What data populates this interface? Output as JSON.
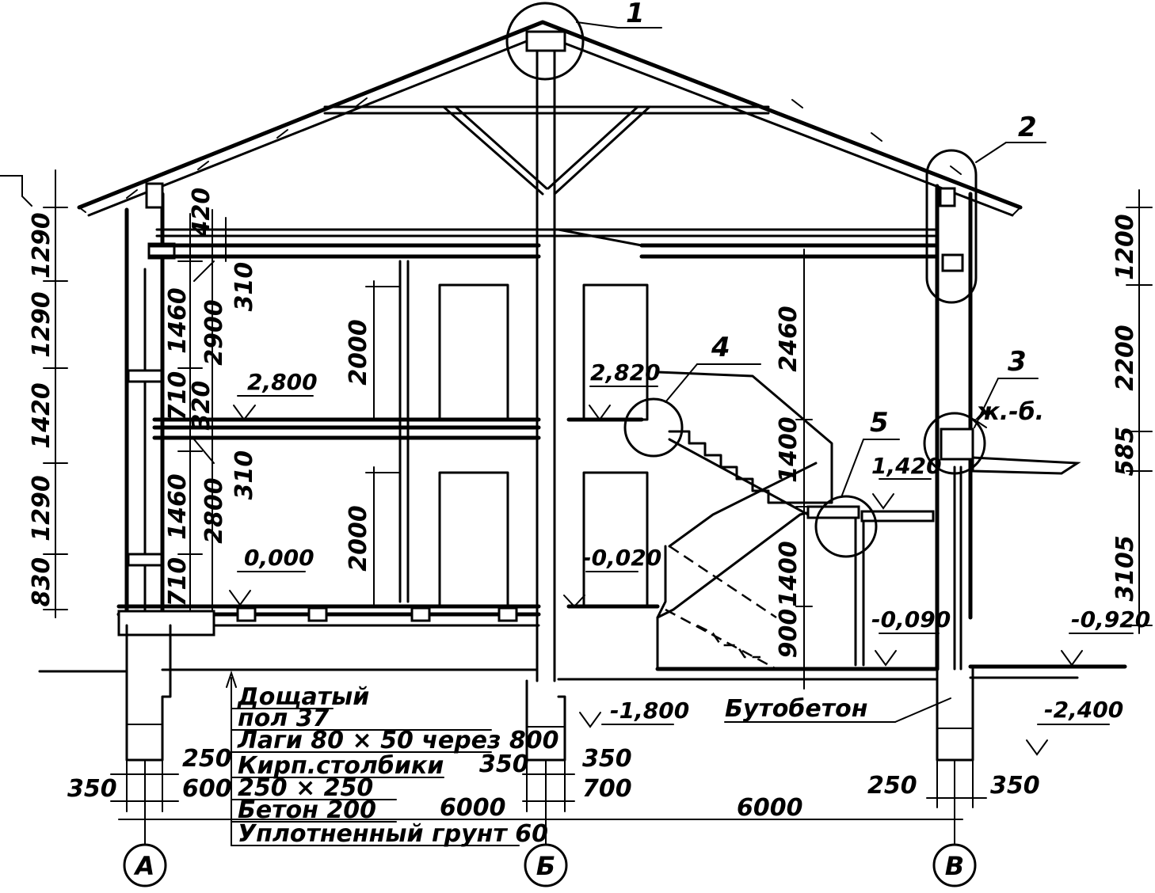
{
  "axes": [
    {
      "id": "A",
      "label": "А"
    },
    {
      "id": "B",
      "label": "Б"
    },
    {
      "id": "V",
      "label": "В"
    }
  ],
  "callouts": [
    "1",
    "2",
    "3",
    "4",
    "5"
  ],
  "levels": {
    "floor2_left": "2,800",
    "floor2_landing": "2,820",
    "floor1": "0,000",
    "floor1_entry": "-0,020",
    "landing_mid": "1,420",
    "vestibule": "-0,090",
    "ground_out": "-0,920",
    "foundation_mid": "-1,800",
    "foundation_right": "-2,400"
  },
  "dims_left": [
    "1290",
    "1290",
    "1420",
    "1290",
    "830"
  ],
  "dims_left_inner": [
    "1460",
    "710",
    "1460",
    "710"
  ],
  "dims_left_inner2": [
    "420",
    "2900",
    "320",
    "2800"
  ],
  "dims_left_inner3": [
    "310",
    "310"
  ],
  "dims_doors": [
    "2000",
    "2000"
  ],
  "dims_stair": [
    "2460",
    "1400",
    "1400",
    "900"
  ],
  "dims_right": [
    "1200",
    "2200",
    "585",
    "3105"
  ],
  "dims_bottom": {
    "a_top": "250",
    "a_bot": "600",
    "a_left": "350",
    "span1": "6000",
    "b_left": "350",
    "b_top": "350",
    "b_bot": "700",
    "span2": "6000",
    "v_left": "250",
    "v_right": "350"
  },
  "material_rc": "ж.-б.",
  "material_rubble": "Бутобетон",
  "floor_spec": [
    "Дощатый",
    "пол 37",
    "Лаги 80 × 50 через 800",
    "Кирп.столбики",
    "250 × 250",
    "Бетон 200",
    "Уплотненный грунт 60"
  ]
}
